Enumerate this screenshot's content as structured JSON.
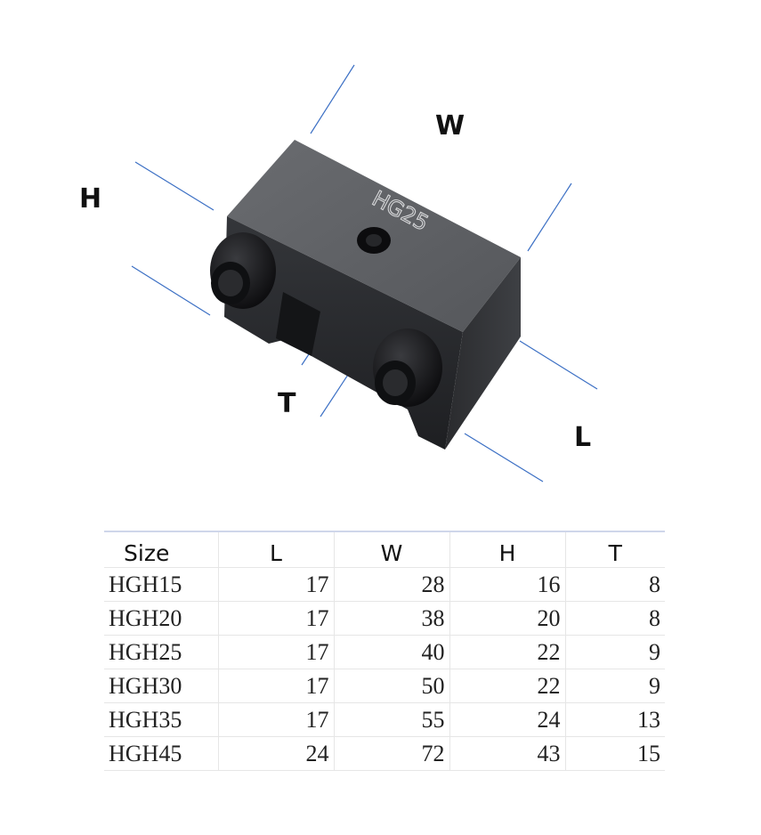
{
  "figure": {
    "part_marking": "HG25",
    "dimension_labels": {
      "w": "W",
      "h": "H",
      "t": "T",
      "l": "L"
    },
    "colors": {
      "block": "#4b4d51",
      "block_top": "#5f6165",
      "block_side": "#3a3c40",
      "cap": "#111215",
      "guide_line": "#3b6fc4"
    }
  },
  "table": {
    "headers": [
      "Size",
      "L",
      "W",
      "H",
      "T"
    ],
    "rows": [
      [
        "HGH15",
        "17",
        "28",
        "16",
        "8"
      ],
      [
        "HGH20",
        "17",
        "38",
        "20",
        "8"
      ],
      [
        "HGH25",
        "17",
        "40",
        "22",
        "9"
      ],
      [
        "HGH30",
        "17",
        "50",
        "22",
        "9"
      ],
      [
        "HGH35",
        "17",
        "55",
        "24",
        "13"
      ],
      [
        "HGH45",
        "24",
        "72",
        "43",
        "15"
      ]
    ]
  }
}
